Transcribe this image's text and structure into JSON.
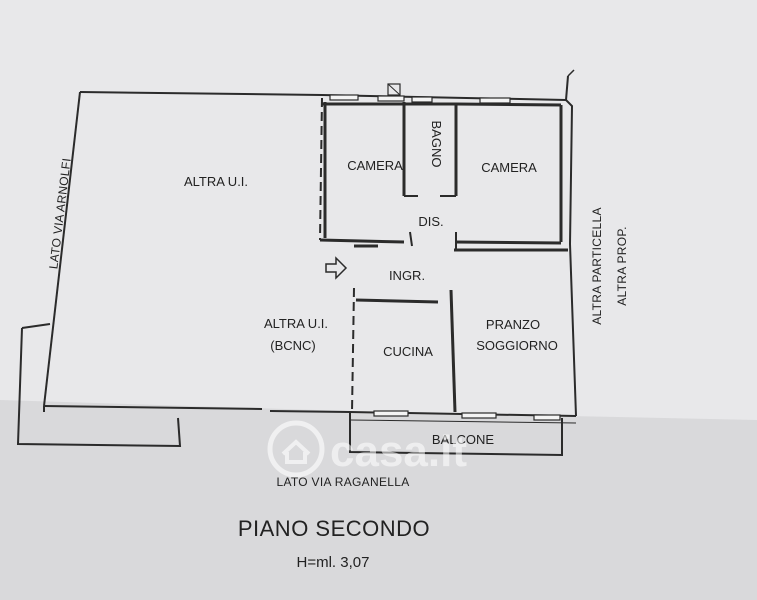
{
  "rooms": {
    "altra_ui_left": "ALTRA U.I.",
    "camera_left": "CAMERA",
    "bagno": "BAGNO",
    "camera_right": "CAMERA",
    "dis": "DIS.",
    "ingr": "INGR.",
    "altra_ui_bcnc_line1": "ALTRA U.I.",
    "altra_ui_bcnc_line2": "(BCNC)",
    "cucina": "CUCINA",
    "pranzo_line1": "PRANZO",
    "pranzo_line2": "SOGGIORNO",
    "balcone": "BALCONE"
  },
  "sides": {
    "left": "LATO VIA ARNOLFI",
    "bottom": "LATO VIA RAGANELLA",
    "right_line1": "ALTRA PARTICELLA",
    "right_line2": "ALTRA PROP."
  },
  "floor": {
    "title": "PIANO SECONDO",
    "height": "H=ml. 3,07"
  },
  "watermark": {
    "text": "casa.it"
  },
  "colors": {
    "paper": "#e9e9ea",
    "background": "#d9d9db",
    "line": "#2b2b2b"
  }
}
